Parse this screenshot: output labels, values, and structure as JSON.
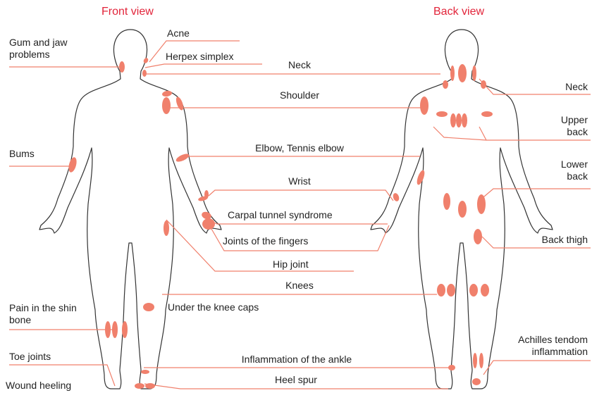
{
  "views": {
    "front": "Front view",
    "back": "Back view"
  },
  "colors": {
    "accent": "#e2243a",
    "spot": "#f0806c",
    "line": "#f0806c",
    "outline": "#333333",
    "text": "#222222"
  },
  "labels": {
    "gum_jaw": "Gum and jaw\nproblems",
    "acne": "Acne",
    "herpes": "Herpex simplex",
    "neck_center": "Neck",
    "neck_right": "Neck",
    "shoulder": "Shoulder",
    "upper_back": "Upper\nback",
    "bums": "Bums",
    "elbow": "Elbow, Tennis elbow",
    "lower_back": "Lower\nback",
    "wrist": "Wrist",
    "carpal": "Carpal tunnel syndrome",
    "fingers": "Joints of the fingers",
    "back_thigh": "Back thigh",
    "hip": "Hip joint",
    "knees": "Knees",
    "knee_caps": "Under the knee caps",
    "shin": "Pain in the shin\nbone",
    "achilles": "Achilles tendom\ninflammation",
    "toe": "Toe joints",
    "ankle": "Inflammation of the ankle",
    "wound": "Wound heeling",
    "heel": "Heel spur"
  }
}
